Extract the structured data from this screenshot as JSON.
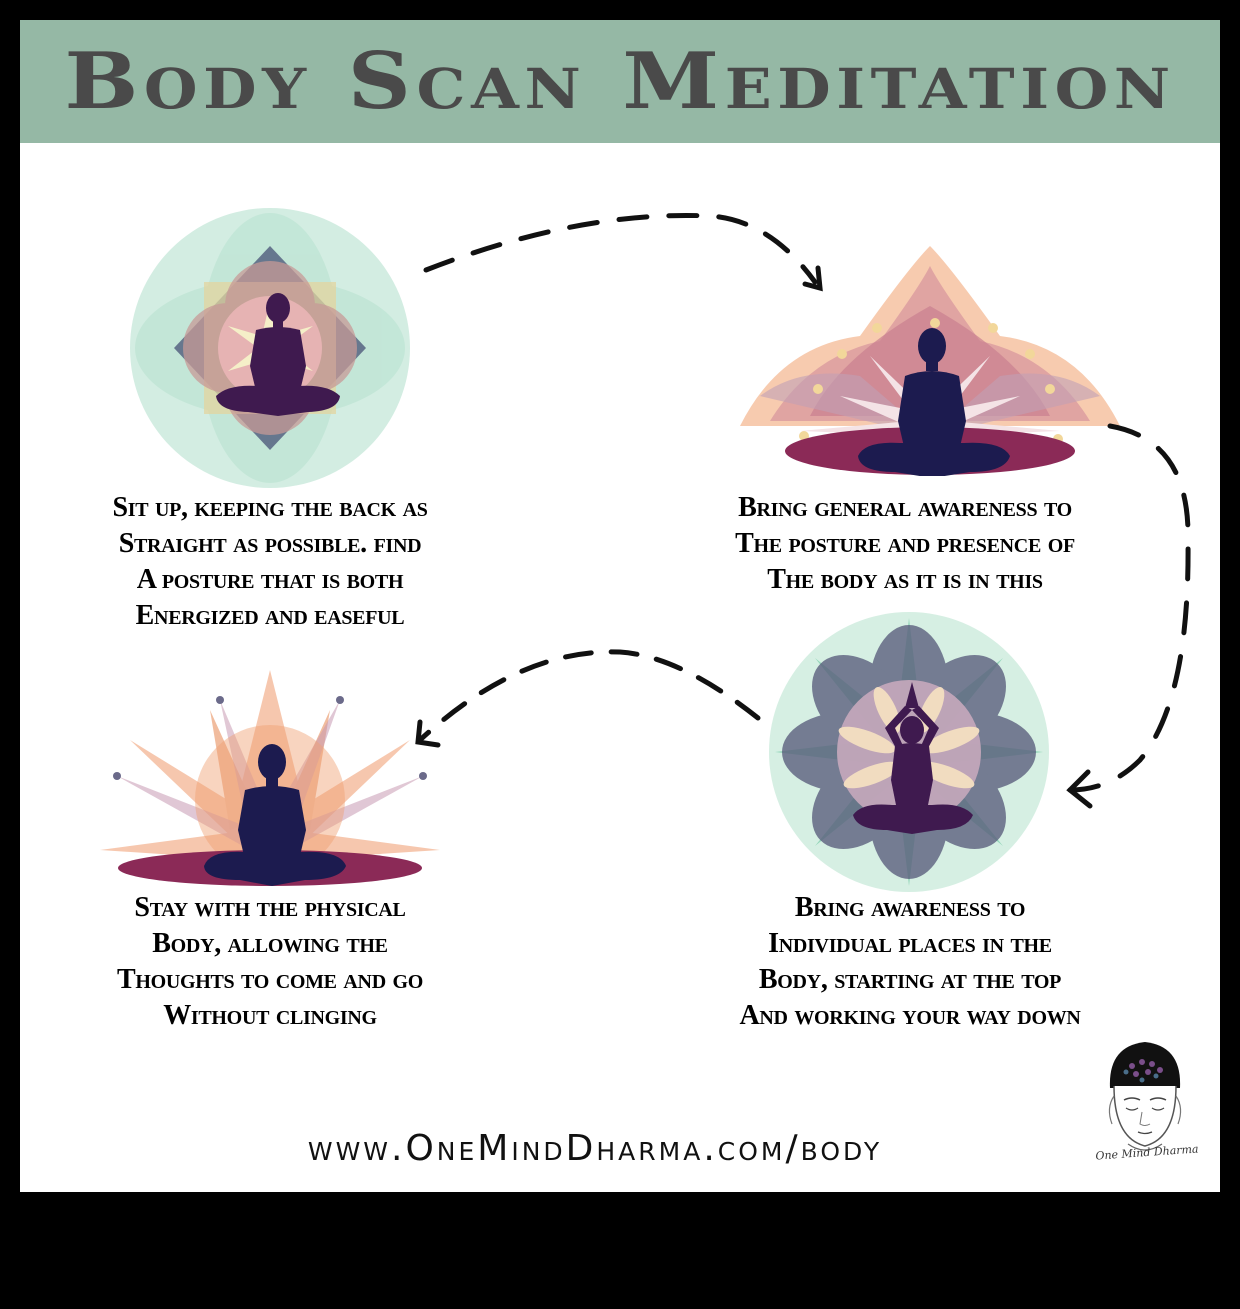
{
  "header": {
    "title": "Body Scan Meditation",
    "background_color": "#95b8a5",
    "text_color": "#4a4a4a"
  },
  "steps": [
    {
      "order": 1,
      "position": "top-left",
      "illustration": "meditating-figure-lotus-circle-icon",
      "illustration_colors": [
        "#cfeadd",
        "#5c6a86",
        "#d9b8a8",
        "#e3d7a0",
        "#3f1a4f"
      ],
      "caption_lines": [
        "Sit up, keeping the back as",
        "straight as possible. Find",
        "a posture that is both",
        "energized and easeful"
      ]
    },
    {
      "order": 2,
      "position": "top-right",
      "illustration": "meditating-figure-lotus-fan-icon",
      "illustration_colors": [
        "#f6b991",
        "#c97a86",
        "#b890a8",
        "#8b2a57",
        "#1c1b4f"
      ],
      "caption_lines": [
        "Bring general awareness to",
        "the posture and presence of",
        "the body as it is in this"
      ]
    },
    {
      "order": 3,
      "position": "bottom-right",
      "illustration": "raised-arms-figure-mandala-icon",
      "illustration_colors": [
        "#d3efe2",
        "#8fd4b6",
        "#5c607e",
        "#c6a9bd",
        "#f1dcc0",
        "#3f1a4f"
      ],
      "caption_lines": [
        "Bring awareness to",
        "individual places in the",
        "body, starting at the top",
        "and working your way down"
      ]
    },
    {
      "order": 4,
      "position": "bottom-left",
      "illustration": "meditating-figure-sunburst-lotus-icon",
      "illustration_colors": [
        "#f1a37a",
        "#e8905e",
        "#c89ab3",
        "#8b2a57",
        "#1c1b4f",
        "#6b6a8a"
      ],
      "caption_lines": [
        "Stay with the physical",
        "body, allowing the",
        "thoughts to come and go",
        "without clinging"
      ]
    }
  ],
  "arrows": [
    {
      "from": 1,
      "to": 2,
      "style": "dashed",
      "label": "arrow-step1-to-step2"
    },
    {
      "from": 2,
      "to": 3,
      "style": "dashed",
      "label": "arrow-step2-to-step3"
    },
    {
      "from": 3,
      "to": 4,
      "style": "dashed",
      "label": "arrow-step3-to-step4"
    }
  ],
  "footer": {
    "url": "www.OneMindDharma.com/body",
    "logo": "buddha-head-icon",
    "logo_text": "One Mind Dharma"
  }
}
